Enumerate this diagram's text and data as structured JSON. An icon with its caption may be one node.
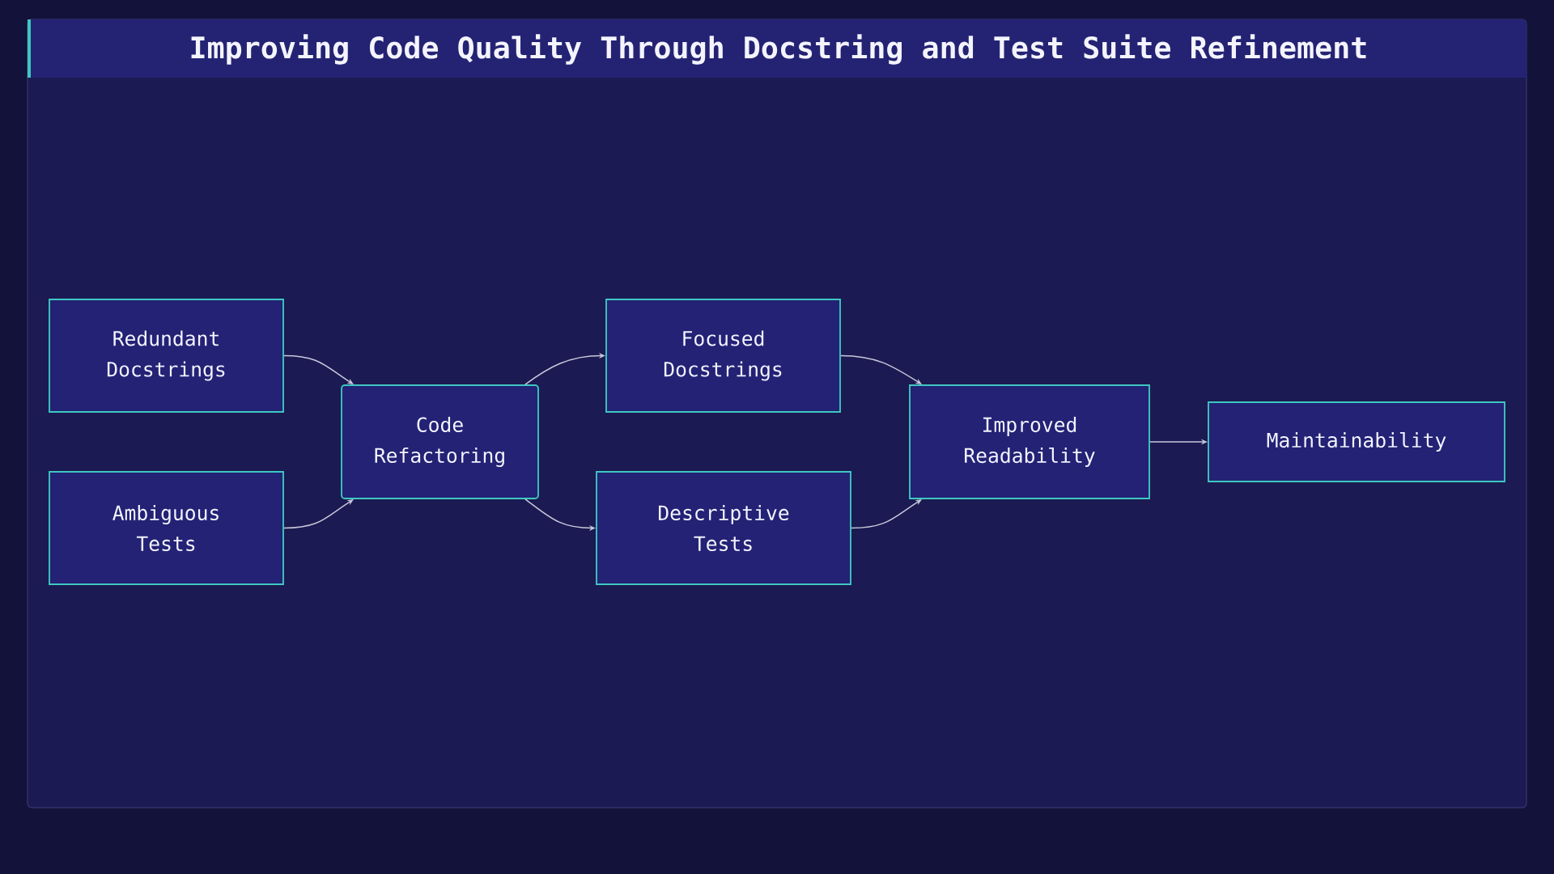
{
  "diagram": {
    "title": "Improving Code Quality Through Docstring and Test Suite Refinement",
    "nodes": [
      {
        "text": [
          "Redundant Docstrings"
        ]
      },
      {
        "text": [
          "Ambiguous Tests"
        ]
      },
      {
        "text": [
          "Code Refactoring"
        ]
      },
      {
        "text": [
          "Focused Docstrings"
        ]
      },
      {
        "text": [
          "Descriptive Tests"
        ]
      },
      {
        "text": [
          "Improved Readability"
        ]
      },
      {
        "text": [
          "Maintainability"
        ]
      }
    ],
    "edges": [
      {
        "from": 0,
        "to": 2,
        "arrow": "to"
      },
      {
        "from": 1,
        "to": 2,
        "arrow": "to"
      },
      {
        "from": 2,
        "to": 3,
        "arrow": "to"
      },
      {
        "from": 2,
        "to": 4,
        "arrow": "to"
      },
      {
        "from": 3,
        "to": 5,
        "arrow": "to"
      },
      {
        "from": 4,
        "to": 5,
        "arrow": "to"
      },
      {
        "from": 5,
        "to": 6,
        "arrow": "to"
      }
    ]
  }
}
